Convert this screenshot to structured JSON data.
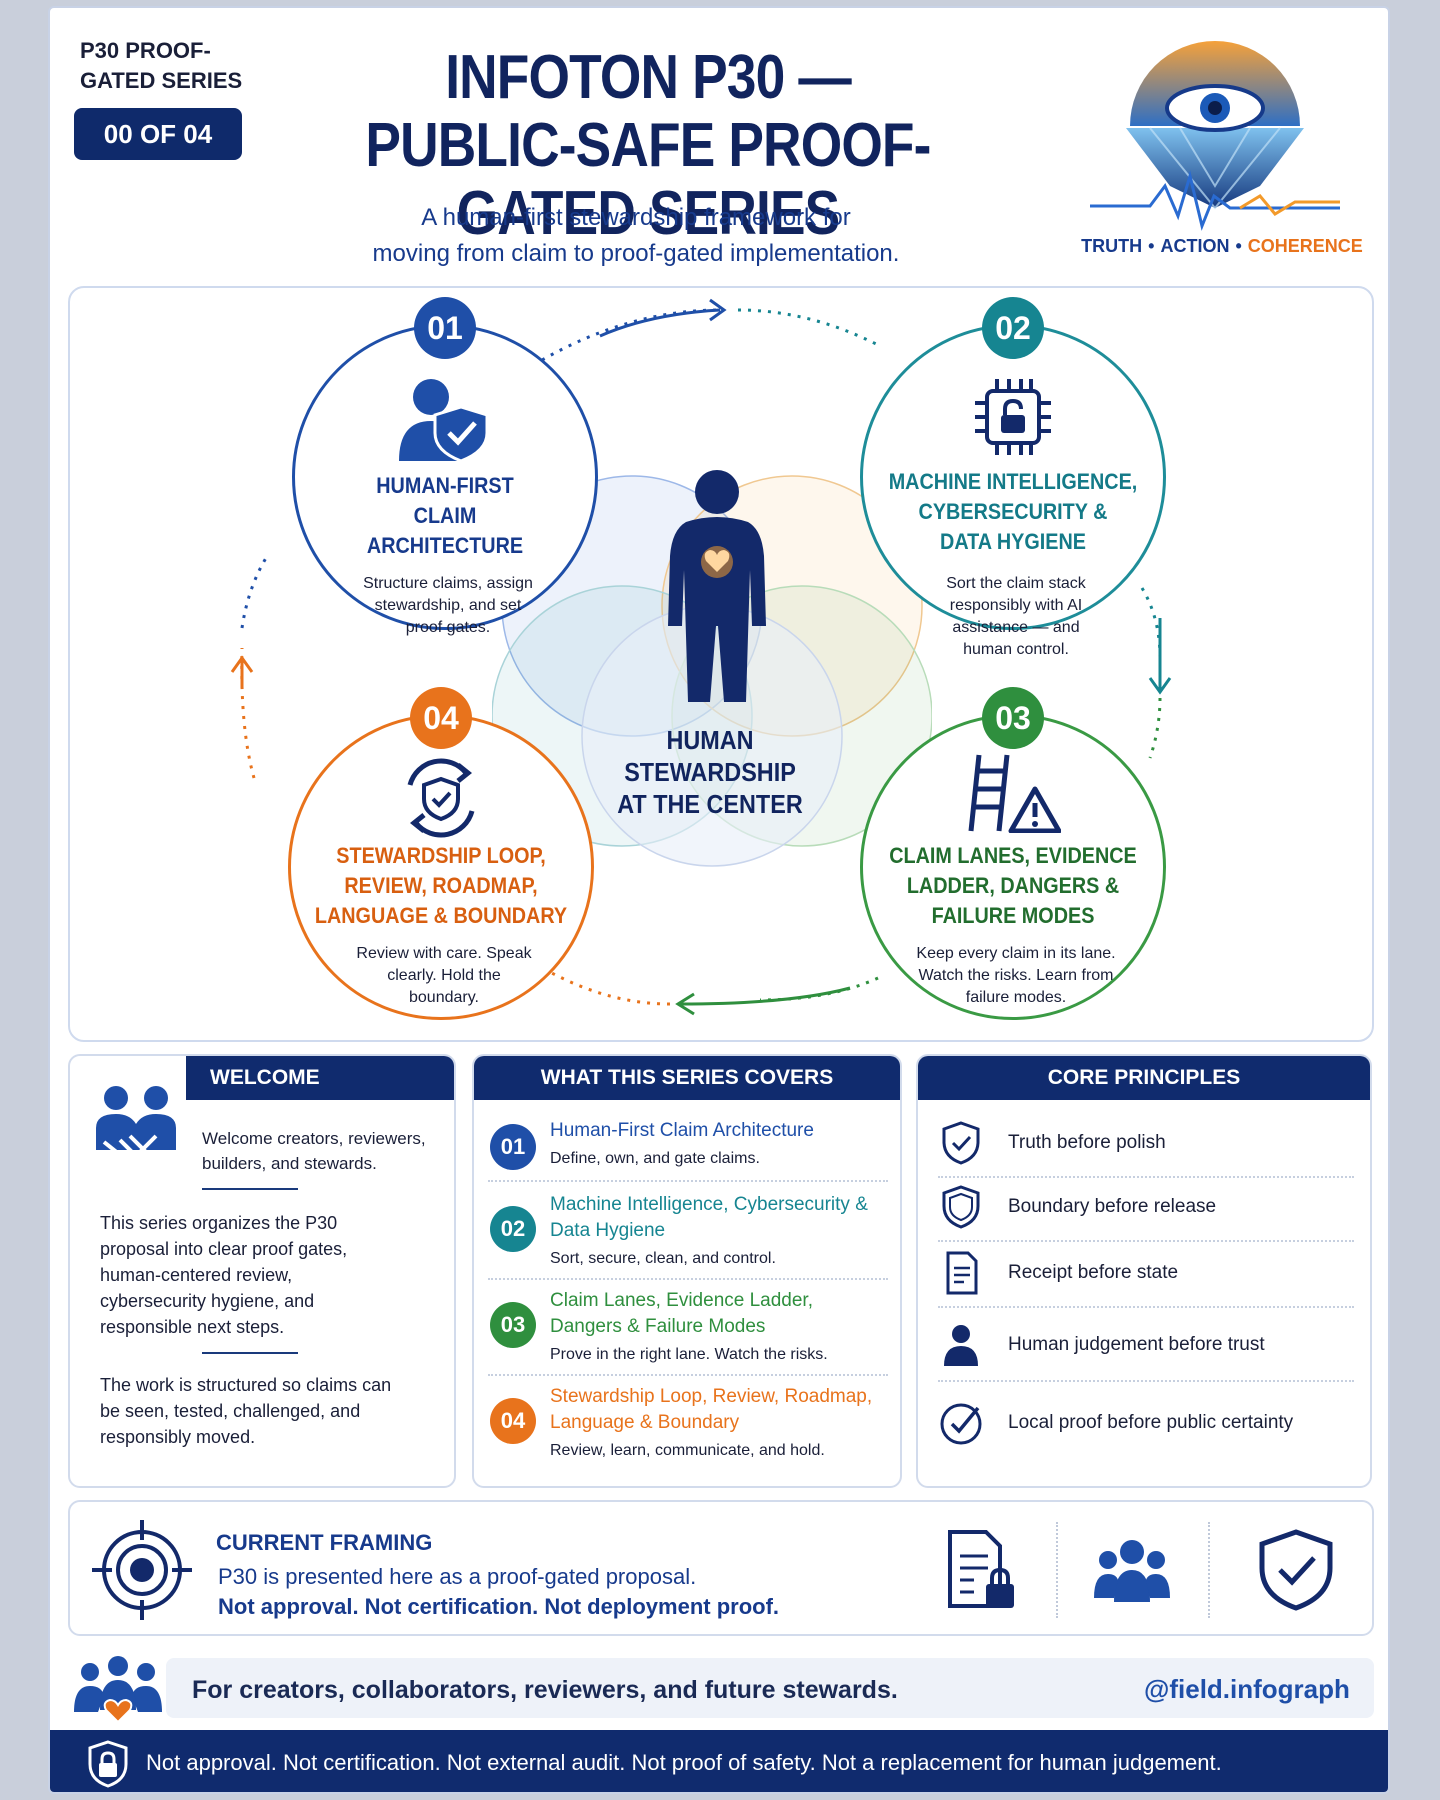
{
  "header": {
    "series_label": "P30 PROOF-GATED SERIES",
    "series_badge": "00 OF 04",
    "title_line1": "INFOTON P30 —",
    "title_line2": "PUBLIC-SAFE PROOF-GATED SERIES",
    "subtitle_line1": "A human-first stewardship framework for",
    "subtitle_line2": "moving from claim to proof-gated implementation.",
    "tagline": [
      "TRUTH",
      "ACTION",
      "COHERENCE"
    ]
  },
  "cycle": {
    "center_label": [
      "HUMAN",
      "STEWARDSHIP",
      "AT THE CENTER"
    ],
    "stages": [
      {
        "num": "01",
        "title": [
          "HUMAN-FIRST",
          "CLAIM",
          "ARCHITECTURE"
        ],
        "desc": "Structure claims, assign stewardship, and set proof gates.",
        "icon": "person-shield-icon",
        "color": "#1f4fa8"
      },
      {
        "num": "02",
        "title": [
          "MACHINE INTELLIGENCE,",
          "CYBERSECURITY &",
          "DATA HYGIENE"
        ],
        "desc": "Sort the claim stack responsibly with AI assistance — and human control.",
        "icon": "chip-lock-icon",
        "color": "#168591"
      },
      {
        "num": "03",
        "title": [
          "CLAIM LANES, EVIDENCE",
          "LADDER, DANGERS &",
          "FAILURE MODES"
        ],
        "desc": "Keep every claim in its lane. Watch the risks. Learn from failure modes.",
        "icon": "ladder-warning-icon",
        "color": "#2f8f3e"
      },
      {
        "num": "04",
        "title": [
          "STEWARDSHIP LOOP,",
          "REVIEW, ROADMAP,",
          "LANGUAGE & BOUNDARY"
        ],
        "desc": "Review with care. Speak clearly. Hold the boundary.",
        "icon": "cycle-shield-icon",
        "color": "#e8731c"
      }
    ]
  },
  "welcome": {
    "heading": "WELCOME",
    "lead": "Welcome creators, reviewers, builders, and stewards.",
    "para1": "This series organizes the P30 proposal into clear proof gates, human-centered review, cybersecurity hygiene, and responsible next steps.",
    "para2": "The work is structured so claims can be seen, tested, challenged, and responsibly moved."
  },
  "covers": {
    "heading": "WHAT THIS SERIES COVERS",
    "items": [
      {
        "num": "01",
        "title": "Human-First Claim Architecture",
        "desc": "Define, own, and gate claims.",
        "color": "#1f4fa8"
      },
      {
        "num": "02",
        "title": "Machine Intelligence, Cybersecurity & Data Hygiene",
        "desc": "Sort, secure, clean, and control.",
        "color": "#168591"
      },
      {
        "num": "03",
        "title": "Claim Lanes, Evidence Ladder, Dangers & Failure Modes",
        "desc": "Prove in the right lane. Watch the risks.",
        "color": "#2f8f3e"
      },
      {
        "num": "04",
        "title": "Stewardship Loop, Review, Roadmap, Language & Boundary",
        "desc": "Review, learn, communicate, and hold.",
        "color": "#e8731c"
      }
    ]
  },
  "core": {
    "heading": "CORE PRINCIPLES",
    "items": [
      {
        "text": "Truth before polish",
        "icon": "shield-check-icon"
      },
      {
        "text": "Boundary before release",
        "icon": "shield-outline-icon"
      },
      {
        "text": "Receipt before state",
        "icon": "receipt-icon"
      },
      {
        "text": "Human judgement before trust",
        "icon": "person-icon"
      },
      {
        "text": "Local proof before public certainty",
        "icon": "check-circle-icon"
      }
    ]
  },
  "framing": {
    "title": "CURRENT FRAMING",
    "line1": "P30 is presented here as a proof-gated proposal.",
    "line2": "Not approval. Not certification. Not deployment proof."
  },
  "audience": {
    "text": "For creators, collaborators, reviewers, and future stewards.",
    "handle": "@field.infograph"
  },
  "disclaimer": "Not approval. Not certification. Not external audit. Not proof of safety. Not a replacement for human judgement.",
  "colors": {
    "navy": "#102b6e",
    "blue": "#1f4fa8",
    "teal": "#168591",
    "green": "#2f8f3e",
    "orange": "#e8731c"
  }
}
